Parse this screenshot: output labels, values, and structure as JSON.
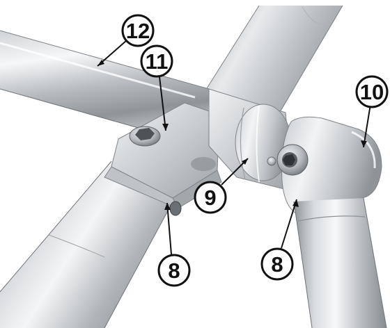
{
  "figure": {
    "callouts": [
      {
        "id": "c12",
        "label": "12"
      },
      {
        "id": "c11",
        "label": "11"
      },
      {
        "id": "c10",
        "label": "10"
      },
      {
        "id": "c9",
        "label": "9"
      },
      {
        "id": "c8a",
        "label": "8"
      },
      {
        "id": "c8b",
        "label": "8"
      }
    ]
  }
}
